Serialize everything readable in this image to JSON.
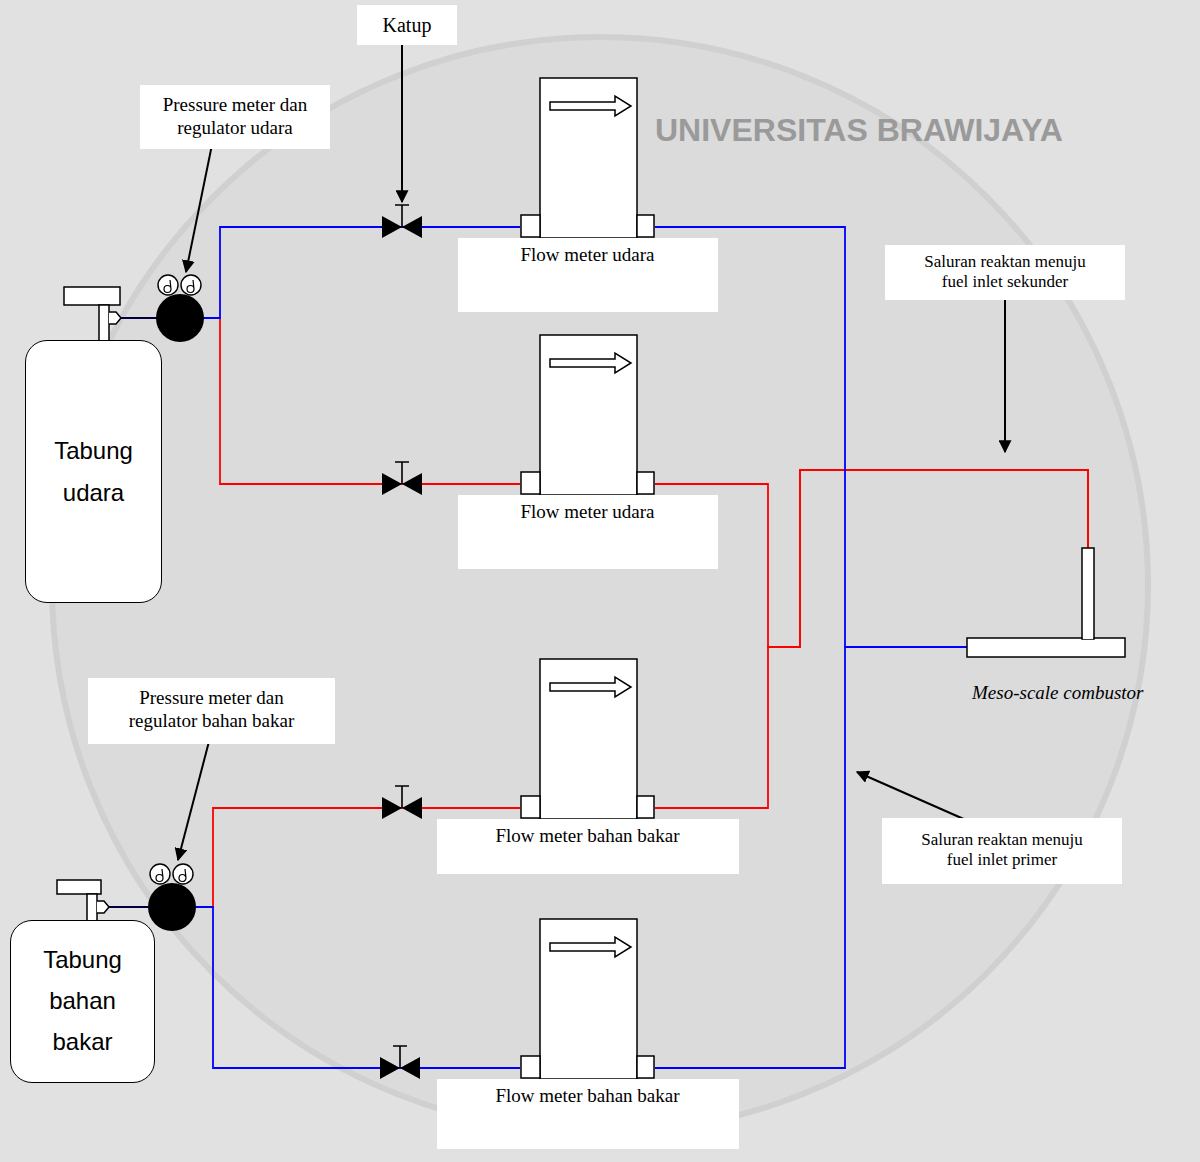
{
  "diagram": {
    "nodes": [
      {
        "text": [
          "Katup"
        ]
      },
      {
        "text": [
          "Pressure meter dan regulator udara"
        ]
      },
      {
        "text": [
          "Flow meter udara"
        ]
      },
      {
        "text": [
          "Tabung udara"
        ]
      },
      {
        "text": [
          "Saluran reaktan menuju fuel inlet sekunder"
        ]
      },
      {
        "text": [
          "Flow meter udara"
        ]
      },
      {
        "text": [
          "Meso-scale combustor"
        ]
      },
      {
        "text": [
          "Pressure meter dan regulator bahan bakar"
        ]
      },
      {
        "text": [
          "Flow meter bahan bakar"
        ]
      },
      {
        "text": [
          "Saluran reaktan menuju fuel inlet primer"
        ]
      },
      {
        "text": [
          "Tabung bahan bakar"
        ]
      },
      {
        "text": [
          "Flow meter bahan bakar"
        ]
      }
    ],
    "edges": [
      {
        "from": 3,
        "to": 5,
        "arrow": "none"
      },
      {
        "from": 3,
        "to": 2,
        "arrow": "none"
      },
      {
        "from": 10,
        "to": 8,
        "arrow": "none"
      },
      {
        "from": 10,
        "to": 11,
        "arrow": "none"
      },
      {
        "from": 5,
        "to": 6,
        "arrow": "none"
      },
      {
        "from": 8,
        "to": 6,
        "arrow": "none"
      },
      {
        "from": 2,
        "to": 6,
        "arrow": "none"
      },
      {
        "from": 11,
        "to": 6,
        "arrow": "none"
      }
    ],
    "labels": [
      "UNIVERSITAS BRAWIJAYA"
    ]
  }
}
